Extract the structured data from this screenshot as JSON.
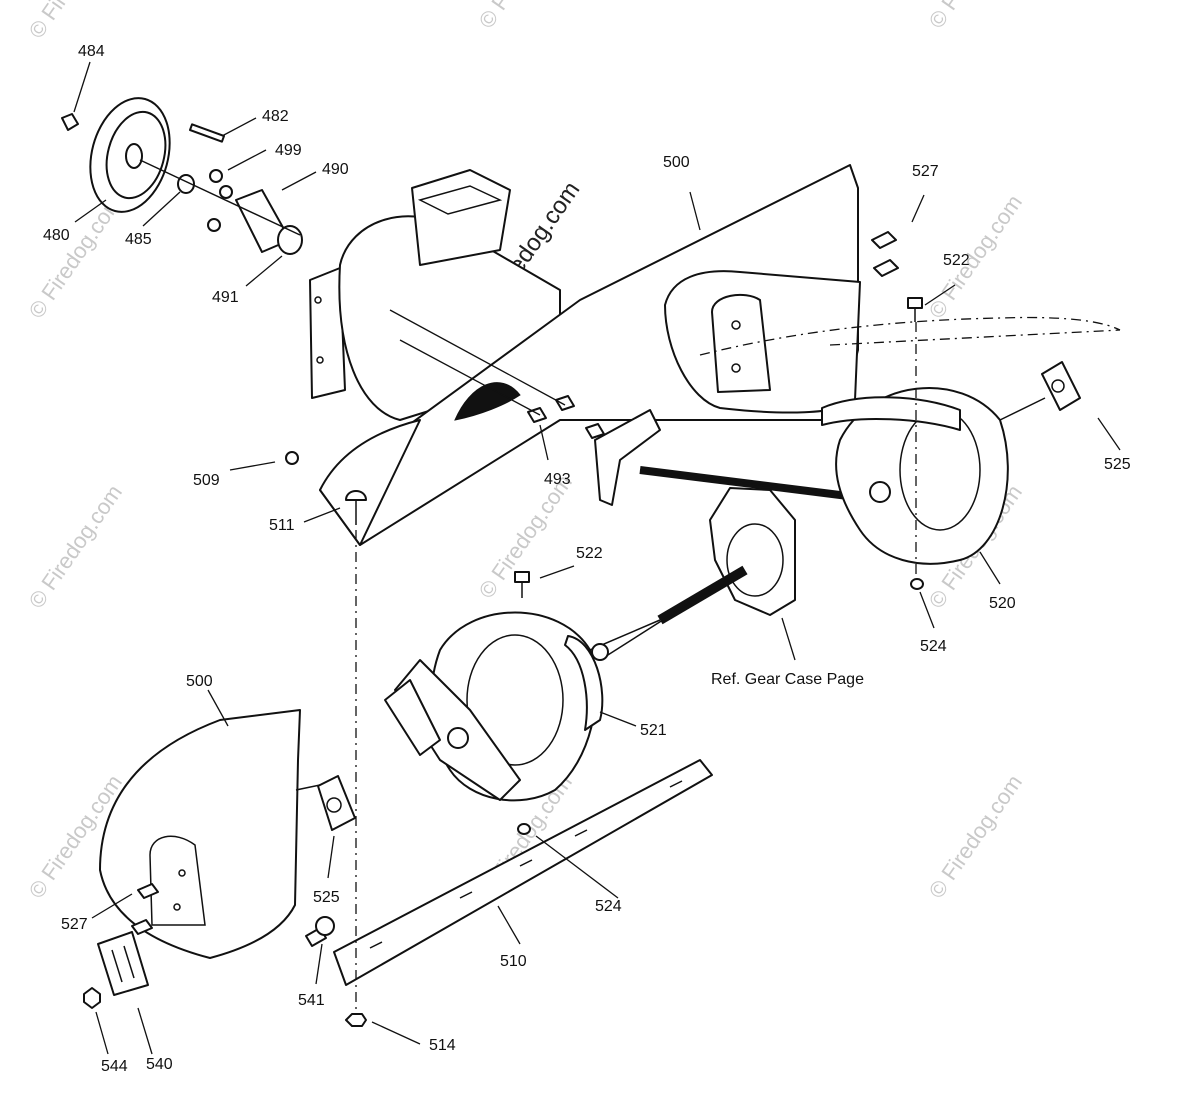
{
  "callouts": {
    "p484": "484",
    "p482": "482",
    "p499": "499",
    "p490": "490",
    "p480": "480",
    "p485": "485",
    "p491": "491",
    "p500_top": "500",
    "p527_top": "527",
    "p522_top": "522",
    "p509": "509",
    "p493": "493",
    "p525_right": "525",
    "p511": "511",
    "p522_mid": "522",
    "p524_right": "524",
    "p520": "520",
    "ref_gear_case": "Ref. Gear Case Page",
    "p500_low": "500",
    "p521": "521",
    "p525_low": "525",
    "p524_low": "524",
    "p527_low": "527",
    "p510": "510",
    "p541": "541",
    "p514": "514",
    "p544": "544",
    "p540": "540"
  },
  "watermarks": {
    "main": "© Firedog.com",
    "repeat": "© Firedog.com"
  },
  "colors": {
    "line": "#111111",
    "watermark": "#c9c9c9",
    "background": "#ffffff"
  }
}
